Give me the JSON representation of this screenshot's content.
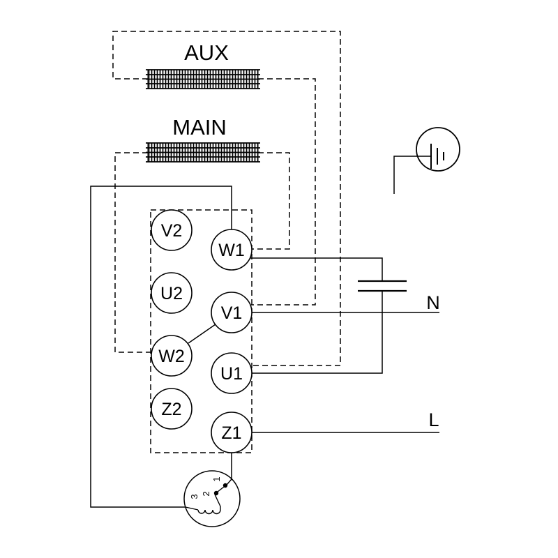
{
  "diagram": {
    "windings": [
      {
        "id": "aux",
        "label": "AUX"
      },
      {
        "id": "main",
        "label": "MAIN"
      }
    ],
    "terminal_block": {
      "left_column": [
        "V2",
        "U2",
        "W2",
        "Z2"
      ],
      "right_column": [
        "W1",
        "V1",
        "U1",
        "Z1"
      ]
    },
    "supply": {
      "neutral_label": "N",
      "line_label": "L"
    },
    "thermal_protector": {
      "pins": [
        "1",
        "2",
        "3"
      ]
    },
    "colors": {
      "line": "#000000",
      "background": "#ffffff"
    }
  }
}
